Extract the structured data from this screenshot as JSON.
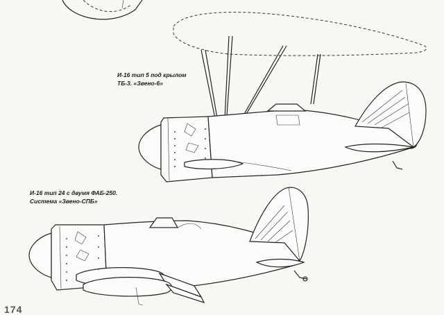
{
  "captions": {
    "upper": {
      "line1": "И-16 тип 5 под крылом",
      "line2": "ТБ-3. «Звено-6»"
    },
    "lower": {
      "line1": "И-16 тип 24 с двумя ФАБ-250.",
      "line2": "Система «Звено-СПБ»"
    }
  },
  "page_number": "174"
}
